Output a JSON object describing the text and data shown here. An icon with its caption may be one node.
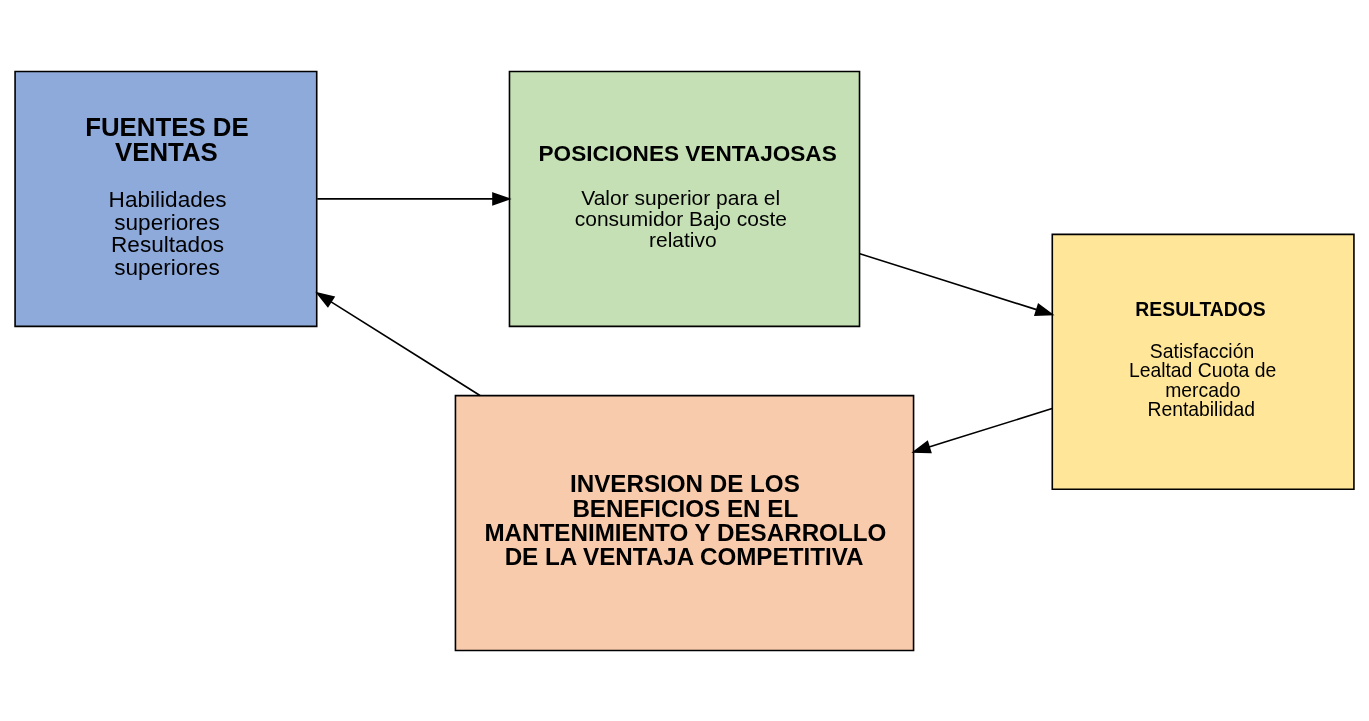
{
  "diagram": {
    "nodes": [
      {
        "text": [
          "FUENTES DE VENTAS",
          "Habilidades superiores Resultados superiores"
        ]
      },
      {
        "text": [
          "POSICIONES VENTAJOSAS",
          "Valor superior para el consumidor Bajo coste relativo"
        ]
      },
      {
        "text": [
          "RESULTADOS",
          "Satisfacción Lealtad Cuota de mercado Rentabilidad"
        ]
      },
      {
        "text": [
          "INVERSION DE LOS BENEFICIOS EN EL MANTENIMIENTO Y DESARROLLO DE LA VENTAJA COMPETITIVA"
        ]
      }
    ],
    "edges": [
      {
        "from": 0,
        "to": 1,
        "arrow": "to"
      },
      {
        "from": 1,
        "to": 2,
        "arrow": "to"
      },
      {
        "from": 2,
        "to": 3,
        "arrow": "to"
      },
      {
        "from": 3,
        "to": 0,
        "arrow": "to"
      }
    ]
  }
}
